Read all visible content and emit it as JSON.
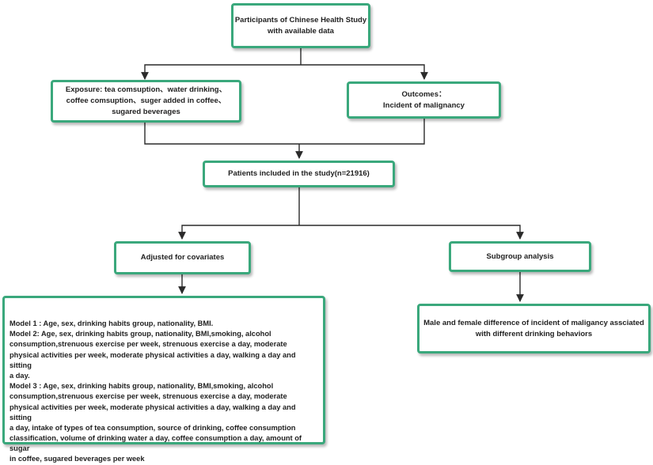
{
  "colors": {
    "box_border": "#3aa87c",
    "connector": "#2a2a2a",
    "text": "#222222"
  },
  "nodes": {
    "participants": {
      "lines": [
        "Participants of Chinese Health Study",
        "with available  data"
      ]
    },
    "exposure": {
      "lines": [
        "Exposure: tea comsuption、water drinking、",
        "coffee comsuption、suger added in coffee、",
        "sugared beverages"
      ]
    },
    "outcomes": {
      "lines": [
        "Outcomes：",
        "Incident of malignancy"
      ]
    },
    "patients": {
      "lines": [
        "Patients included in the study(n=21916)"
      ]
    },
    "adjusted": {
      "lines": [
        "Adjusted for covariates"
      ]
    },
    "subgroup": {
      "lines": [
        "Subgroup analysis"
      ]
    },
    "models": {
      "lines": [
        "Model 1 : Age, sex, drinking habits group, nationality, BMI.",
        "Model 2: Age, sex, drinking habits group, nationality, BMI,smoking, alcohol",
        "consumption,strenuous exercise per week, strenuous exercise a day, moderate",
        "physical activities per week, moderate physical activities a day, walking a day and  sitting",
        "a day.",
        "Model 3 : Age, sex, drinking habits group, nationality, BMI,smoking, alcohol",
        "consumption,strenuous exercise per week, strenuous exercise a day, moderate",
        "physical activities per week, moderate physical activities a day, walking a day and  sitting",
        "a day, intake of types of tea consumption, source of drinking, coffee consumption",
        "classification, volume of drinking water a day, coffee consumption a day, amount of sugar",
        "in coffee, sugared beverages per week"
      ]
    },
    "difference": {
      "lines": [
        "Male and female difference of incident of maligancy assciated",
        "with different drinking behaviors"
      ]
    }
  }
}
